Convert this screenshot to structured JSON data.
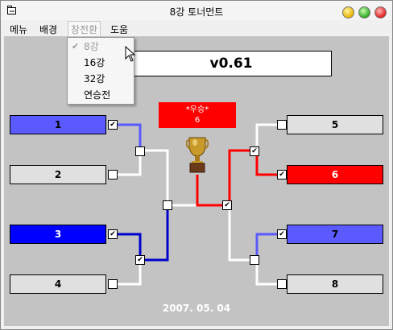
{
  "window": {
    "title": "8강 토너먼트"
  },
  "menu": [
    "메뉴",
    "배경",
    "창전환",
    "도움"
  ],
  "dropdown": [
    {
      "label": "8강",
      "checked": true,
      "disabled": true
    },
    {
      "label": "16강",
      "checked": false,
      "disabled": false
    },
    {
      "label": "32강",
      "checked": false,
      "disabled": false
    },
    {
      "label": "연승전",
      "checked": false,
      "disabled": false
    }
  ],
  "version": "v0.61",
  "winner": {
    "label": "*우승*",
    "value": "6"
  },
  "players": {
    "p1": "1",
    "p2": "2",
    "p3": "3",
    "p4": "4",
    "p5": "5",
    "p6": "6",
    "p7": "7",
    "p8": "8"
  },
  "colors": {
    "p1": "#5a5aff",
    "p2": "#e0e0e0",
    "p3": "#0000ff",
    "p4": "#e0e0e0",
    "p5": "#e0e0e0",
    "p6": "#ff0000",
    "p7": "#5a5aff",
    "p8": "#e0e0e0",
    "background": "#c3c3c3"
  },
  "checks": {
    "p1": "✔",
    "p2": "",
    "p3": "✔",
    "p4": "",
    "p5": "",
    "p6": "✔",
    "p7": "✔",
    "p8": "",
    "semi_top_left": "",
    "semi_bottom_left": "✔",
    "semi_top_right": "✔",
    "semi_bottom_right": "",
    "final_left": "",
    "final_right": "✔"
  },
  "date": "2007. 05. 04",
  "trophy_icon": "trophy-icon"
}
